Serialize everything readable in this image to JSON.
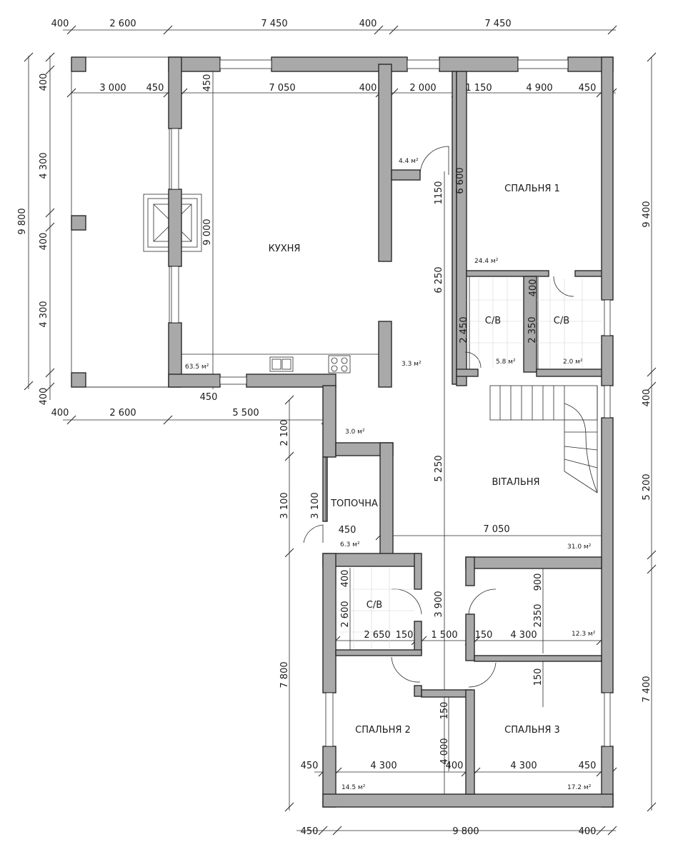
{
  "rooms": {
    "kitchen": {
      "name": "КУХНЯ",
      "area": "63.5 м²"
    },
    "bedroom1": {
      "name": "СПАЛЬНЯ 1",
      "area": "24.4 м²"
    },
    "bath1": {
      "name": "С/В",
      "area": "5.8 м²"
    },
    "bath2": {
      "name": "С/В",
      "area": "2.0 м²"
    },
    "living": {
      "name": "ВІТАЛЬНЯ",
      "area": "31.0 м²"
    },
    "boiler": {
      "name": "ТОПОЧНА",
      "area": "6.3 м²"
    },
    "bath3": {
      "name": "С/В"
    },
    "bedroom2": {
      "name": "СПАЛЬНЯ 2",
      "area": "14.5 м²"
    },
    "bedroom3": {
      "name": "СПАЛЬНЯ 3",
      "area": "17.2 м²"
    },
    "hall_small": {
      "area": "4.4 м²"
    },
    "hall_mid": {
      "area": "3.3 м²"
    },
    "hall_low": {
      "area": "3.0 м²"
    },
    "hall_bed3": {
      "area": "12.3 м²"
    }
  },
  "dims": {
    "top": [
      "400",
      "2 600",
      "7 450",
      "400",
      "7 450"
    ],
    "top_inner": [
      "3 000",
      "450",
      "7 050",
      "400",
      "2 000",
      "1 150",
      "4 900",
      "450"
    ],
    "left": [
      "9 800",
      "400",
      "4 300",
      "400",
      "4 300",
      "400"
    ],
    "below_kitchen": [
      "400",
      "2 600",
      "5 500",
      "450"
    ],
    "kitchen_height": "9 000",
    "corridor": [
      "1150",
      "6 250",
      "6 600",
      "5 250",
      "3 900"
    ],
    "baths": [
      "400",
      "2 450",
      "2 350"
    ],
    "right": [
      "9 400",
      "400",
      "5 200",
      "7 400"
    ],
    "lower_left": [
      "2 100",
      "3 100",
      "3 100",
      "7 800",
      "2 600",
      "400"
    ],
    "living_row": [
      "450",
      "7 050"
    ],
    "mid_row": [
      "2 650",
      "150",
      "1 500",
      "150",
      "4 300"
    ],
    "bed_upper": [
      "900",
      "2350"
    ],
    "bed_lower": [
      "150",
      "150",
      "4 000"
    ],
    "bed_row": [
      "450",
      "4 300",
      "400",
      "4 300",
      "450"
    ],
    "bottom": [
      "450",
      "9 800",
      "400"
    ]
  }
}
